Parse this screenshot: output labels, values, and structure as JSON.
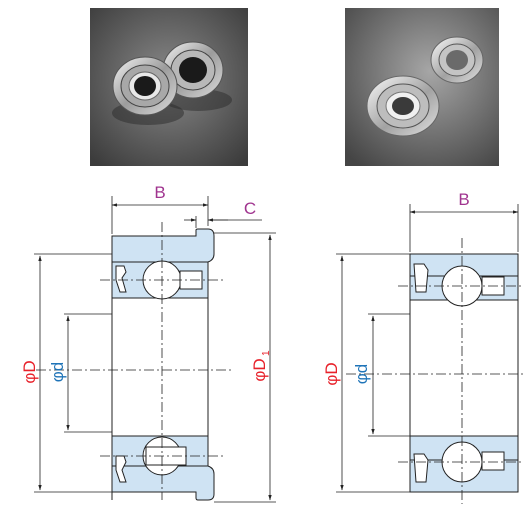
{
  "photos": [
    {
      "subject": "flanged-ball-bearing-pair"
    },
    {
      "subject": "ball-bearing-pair"
    }
  ],
  "left_drawing": {
    "dimension_B": "B",
    "dimension_C": "C",
    "dimension_outer_diameter": "φD",
    "dimension_bore_diameter": "φd",
    "dimension_flange_diameter_main": "φD",
    "dimension_flange_diameter_sub": "1"
  },
  "right_drawing": {
    "dimension_B": "B",
    "dimension_outer_diameter": "φD",
    "dimension_bore_diameter": "φd"
  },
  "colors": {
    "section_fill": "#cfe3f3",
    "dimension_magenta": "#a0348f",
    "diameter_red": "#e8212a",
    "bore_blue": "#1f74b8",
    "line": "#222222"
  }
}
